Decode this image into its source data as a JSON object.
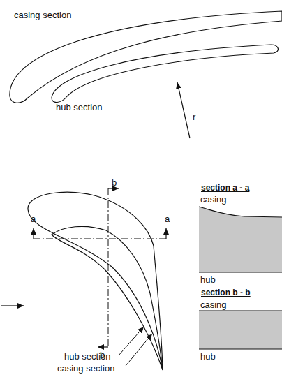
{
  "diagram": {
    "labels": [
      "casing section",
      "hub section",
      "r",
      "b",
      "a",
      "a",
      "b",
      "section a - a",
      "casing",
      "hub",
      "section b - b",
      "casing",
      "hub",
      "hub section",
      "casing section"
    ]
  }
}
